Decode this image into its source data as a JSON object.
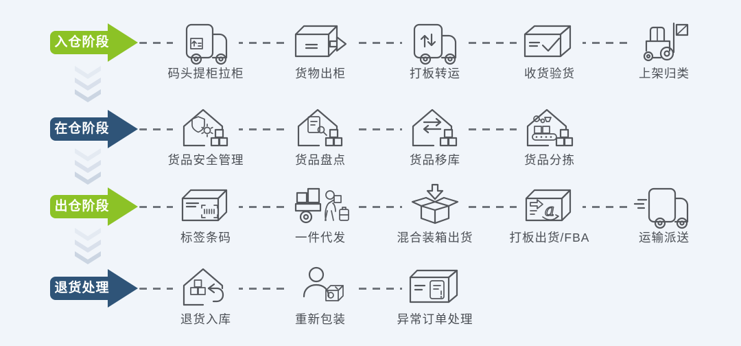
{
  "background": "#F1F5FA",
  "colors": {
    "green": "#8CC226",
    "blue": "#2F5478",
    "dash": "#70757C",
    "icon_stroke": "#54575C",
    "label_text": "#4B4F55",
    "chevron": [
      "#E4EAF2",
      "#D9E0EB",
      "#CBD5E2"
    ]
  },
  "rows": [
    {
      "stage": "入仓阶段",
      "color_key": "green",
      "steps": [
        {
          "icon": "truck-box-icon",
          "label": "码头提柜拉柜"
        },
        {
          "icon": "box-out-icon",
          "label": "货物出柜"
        },
        {
          "icon": "truck-transfer-icon",
          "label": "打板转运"
        },
        {
          "icon": "box-check-icon",
          "label": "收货验货"
        },
        {
          "icon": "forklift-icon",
          "label": "上架归类"
        }
      ]
    },
    {
      "stage": "在仓阶段",
      "color_key": "blue",
      "steps": [
        {
          "icon": "warehouse-shield-icon",
          "label": "货品安全管理"
        },
        {
          "icon": "warehouse-inventory-icon",
          "label": "货品盘点"
        },
        {
          "icon": "warehouse-move-icon",
          "label": "货品移库"
        },
        {
          "icon": "warehouse-sorting-icon",
          "label": "货品分拣"
        }
      ]
    },
    {
      "stage": "出仓阶段",
      "color_key": "green",
      "steps": [
        {
          "icon": "box-barcode-icon",
          "label": "标签条码"
        },
        {
          "icon": "cart-person-icon",
          "label": "一件代发"
        },
        {
          "icon": "open-box-icon",
          "label": "混合装箱出货"
        },
        {
          "icon": "amazon-box-icon",
          "label": "打板出货/FBA"
        },
        {
          "icon": "delivery-truck-icon",
          "label": "运输派送"
        }
      ]
    },
    {
      "stage": "退货处理",
      "color_key": "blue",
      "steps": [
        {
          "icon": "return-warehouse-icon",
          "label": "退货入库"
        },
        {
          "icon": "repack-person-icon",
          "label": "重新包装"
        },
        {
          "icon": "abnormal-order-icon",
          "label": "异常订单处理"
        }
      ]
    }
  ]
}
